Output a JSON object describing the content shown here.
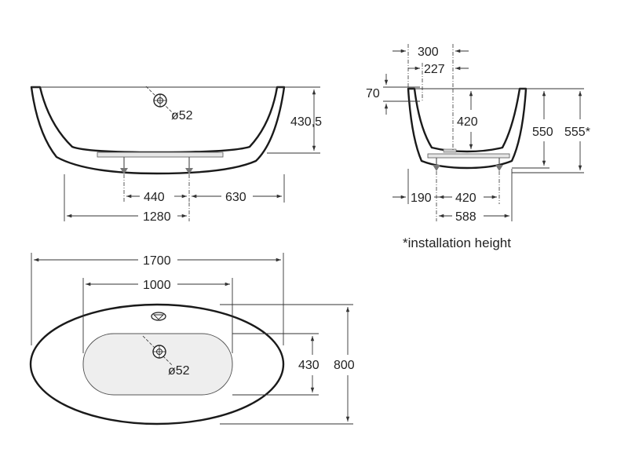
{
  "side_view": {
    "overflow_diameter": "ø52",
    "height": "430,5",
    "leg_offset": "440",
    "right_span": "630",
    "leg_span": "1280"
  },
  "end_view": {
    "top_width": "300",
    "inner_width": "227",
    "rim": "70",
    "depth": "420",
    "height": "550",
    "installation_height": "555*",
    "left_offset": "190",
    "leg_span": "420",
    "base_width": "588"
  },
  "footnote": "*installation height",
  "top_view": {
    "length": "1700",
    "inner_length": "1000",
    "inner_width": "430",
    "width": "800",
    "drain_diameter": "ø52"
  },
  "colors": {
    "outline": "#1a1a1a",
    "dimension_line": "#333333",
    "inner_fill": "#eeeeee",
    "body_fill": "#ffffff"
  }
}
